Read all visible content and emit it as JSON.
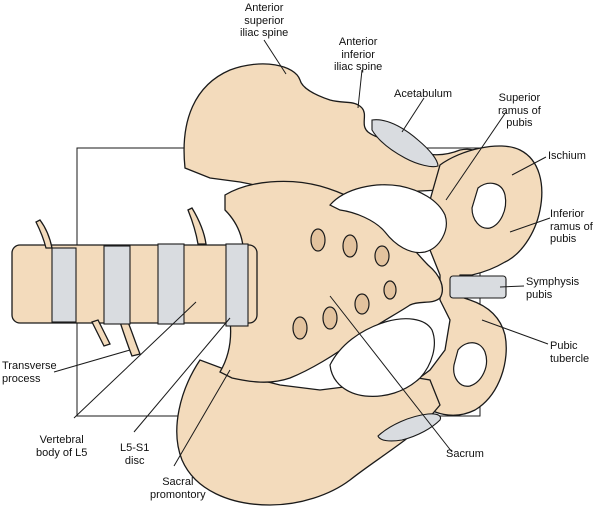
{
  "colors": {
    "bone": "#F3DBBC",
    "bone_shadow": "#E3C39E",
    "outline": "#1a1a1a",
    "disc": "#D9DCE0",
    "background": "#FFFFFF"
  },
  "labels": {
    "anterior_superior_iliac_spine": "Anterior\nsuperior\niliac spine",
    "anterior_inferior_iliac_spine": "Anterior\ninferior\niliac spine",
    "acetabulum": "Acetabulum",
    "superior_ramus_of_pubis": "Superior\nramus of\npubis",
    "ischium": "Ischium",
    "inferior_ramus_of_pubis": "Inferior\nramus of\npubis",
    "symphysis_pubis": "Symphysis\npubis",
    "pubic_tubercle": "Pubic\ntubercle",
    "transverse_process": "Transverse\nprocess",
    "vertebral_body_of_l5": "Vertebral\nbody of L5",
    "l5_s1_disc": "L5-S1\ndisc",
    "sacral_promontory": "Sacral\npromontory",
    "sacrum": "Sacrum"
  }
}
